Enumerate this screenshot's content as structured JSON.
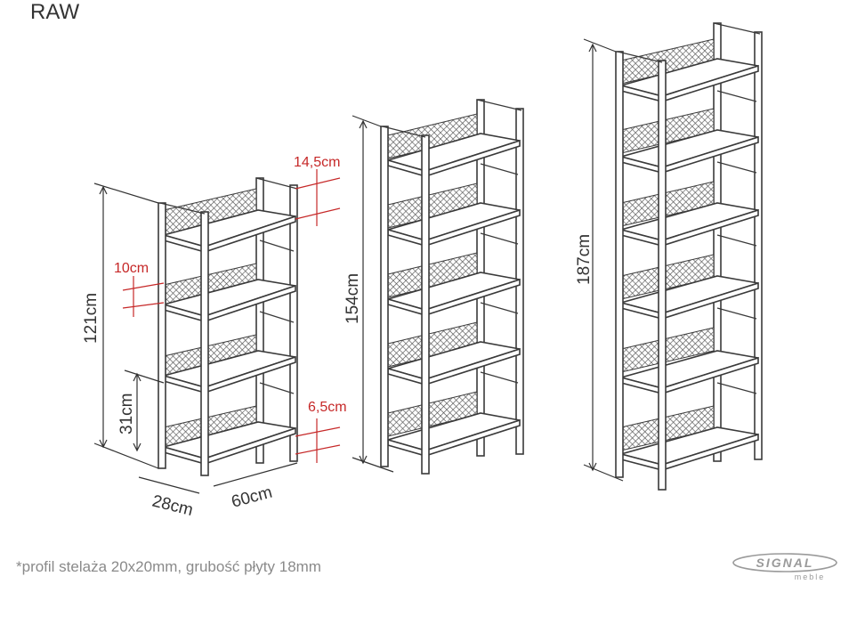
{
  "header": {
    "title": "RAW"
  },
  "footnote": "*profil stelaża 20x20mm, grubość płyty 18mm",
  "logo": {
    "brand": "SIGNAL",
    "sub": "meble"
  },
  "colors": {
    "line": "#3a3a3a",
    "accent": "#c62828",
    "mesh": "#555555",
    "muted": "#8a8a8a"
  },
  "dimensions": {
    "small": {
      "height": "121cm",
      "depth": "28cm",
      "width": "60cm",
      "shelf_gap": "31cm",
      "top_gap": "14,5cm",
      "shelf_spacing": "10cm",
      "bottom_gap": "6,5cm"
    },
    "medium": {
      "height": "154cm"
    },
    "large": {
      "height": "187cm"
    }
  }
}
